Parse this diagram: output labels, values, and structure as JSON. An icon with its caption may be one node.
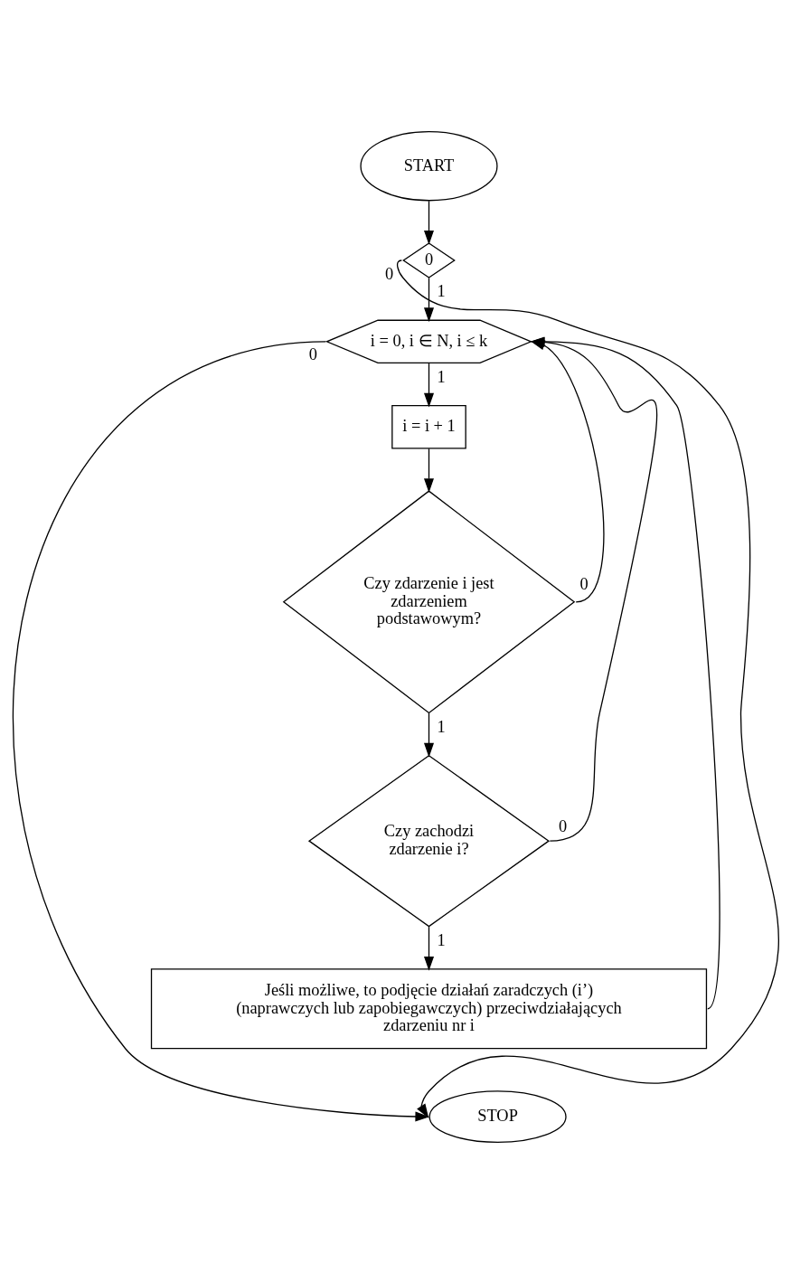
{
  "diagram": {
    "nodes": [
      {
        "text": [
          "START"
        ]
      },
      {
        "text": [
          "0"
        ]
      },
      {
        "text": [
          "i = 0, i ∈ N, i ≤ k"
        ]
      },
      {
        "text": [
          "i = i + 1"
        ]
      },
      {
        "text": [
          "Czy zdarzenie i jest zdarzeniem podstawowym?"
        ]
      },
      {
        "text": [
          "Czy zachodzi zdarzenie i?"
        ]
      },
      {
        "text": [
          "Jeśli możliwe, to podjęcie działań zaradczych (i’) (naprawczych lub zapobiegawczych) przeciwdziałających zdarzeniu nr i"
        ]
      },
      {
        "text": [
          "STOP"
        ]
      }
    ],
    "edges": [
      {
        "from": 0,
        "to": 1,
        "arrow": "to"
      },
      {
        "from": 1,
        "to": 2,
        "arrow": "to",
        "label": "1"
      },
      {
        "from": 1,
        "to": 7,
        "arrow": "to",
        "label": "0"
      },
      {
        "from": 2,
        "to": 7,
        "arrow": "to",
        "label": "0"
      },
      {
        "from": 2,
        "to": 3,
        "arrow": "to",
        "label": "1"
      },
      {
        "from": 3,
        "to": 4,
        "arrow": "to"
      },
      {
        "from": 4,
        "to": 2,
        "arrow": "to",
        "label": "0"
      },
      {
        "from": 4,
        "to": 5,
        "arrow": "to",
        "label": "1"
      },
      {
        "from": 5,
        "to": 2,
        "arrow": "to",
        "label": "0"
      },
      {
        "from": 5,
        "to": 6,
        "arrow": "to",
        "label": "1"
      },
      {
        "from": 6,
        "to": 2,
        "arrow": "to"
      }
    ]
  }
}
